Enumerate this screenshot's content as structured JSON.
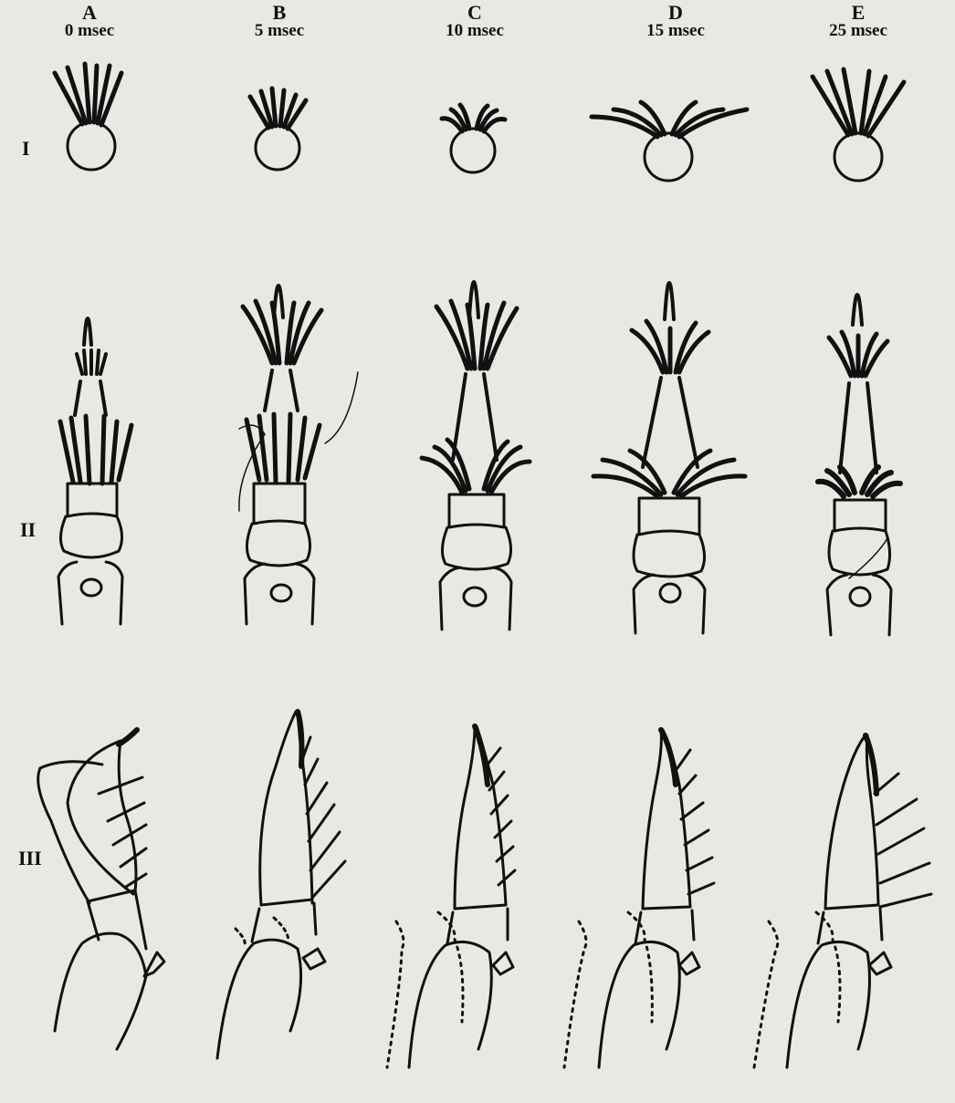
{
  "columns": [
    {
      "letter": "A",
      "time": "0 msec"
    },
    {
      "letter": "B",
      "time": "5 msec"
    },
    {
      "letter": "C",
      "time": "10 msec"
    },
    {
      "letter": "D",
      "time": "15 msec"
    },
    {
      "letter": "E",
      "time": "25 msec"
    }
  ],
  "rows": [
    {
      "label": "I"
    },
    {
      "label": "II"
    },
    {
      "label": "III"
    }
  ],
  "colors": {
    "ink": "#111111",
    "paper": "#e9e9e3"
  }
}
